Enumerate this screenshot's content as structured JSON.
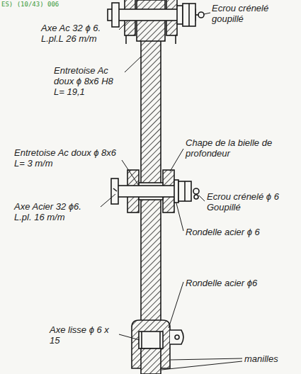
{
  "diagram": {
    "labels": [
      "ES) (10/43) 006",
      "Axe Ac 32 ϕ 6. L.pl.L 26 m/m",
      "Ecrou crénelé goupillé",
      "Entretoise Ac doux ϕ 8x6 H8 L= 19,1",
      "Entretoise Ac doux ϕ 8x6 L= 3 m/m",
      "Chape de la bielle de profondeur",
      "Axe Acier 32 ϕ6. L.pl. 16 m/m",
      "Ecrou crénelé ϕ 6 Goupillé",
      "Rondelle acier ϕ 6",
      "Rondelle acier ϕ6",
      "Axe lisse ϕ 6 x 15",
      "manilles"
    ]
  }
}
